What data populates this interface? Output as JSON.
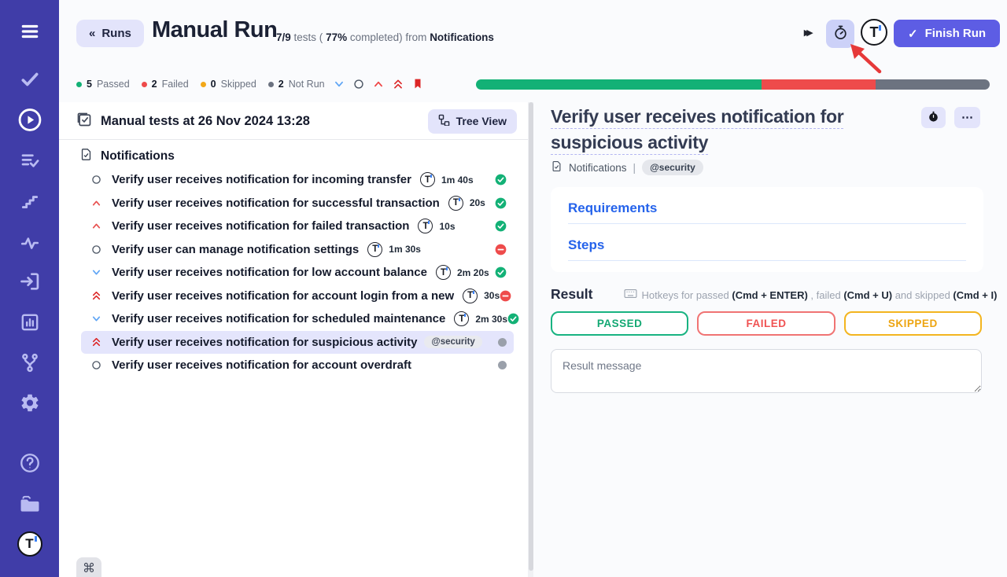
{
  "colors": {
    "sidebar": "#403da8",
    "accent": "#5d5de4",
    "lavender": "#e3e4fb",
    "passed": "#13b176",
    "failed": "#ee4b4b",
    "skipped": "#f2a819",
    "notrun_dot": "#9aa0aa",
    "progress_gray": "#6c7380",
    "link_blue": "#2563eb"
  },
  "sidebar": {
    "icons": [
      "menu",
      "tests-check",
      "runs-play",
      "plans-list-check",
      "steps-stairs",
      "pulse-analytics",
      "import-login",
      "reports-bar-chart",
      "branches-git",
      "settings-gear",
      "help-question",
      "projects-folder",
      "testomat-logo"
    ]
  },
  "header": {
    "back_icon": "«",
    "back_label": "Runs",
    "title": "Manual Run",
    "fraction": "7/9",
    "sub_mid1": "tests (",
    "percent": "77%",
    "sub_mid2": "completed) from",
    "suite": "Notifications",
    "skip_icon": "▸▸",
    "finish_check": "✓",
    "finish_label": "Finish Run"
  },
  "summary": {
    "items": [
      {
        "count": "5",
        "label": "Passed",
        "color": "#13b176"
      },
      {
        "count": "2",
        "label": "Failed",
        "color": "#ee4b4b"
      },
      {
        "count": "0",
        "label": "Skipped",
        "color": "#f2a819"
      },
      {
        "count": "2",
        "label": "Not Run",
        "color": "#6b7280"
      }
    ],
    "filter_icons": [
      "chevron-down-low",
      "circle-normal",
      "chevron-up-high",
      "double-chevron-up-important",
      "bookmark-critical"
    ]
  },
  "progress": {
    "segments": [
      {
        "name": "passed",
        "pct": 55.6,
        "color": "#13b176"
      },
      {
        "name": "failed",
        "pct": 22.2,
        "color": "#ee4b4b"
      },
      {
        "name": "notrun",
        "pct": 22.2,
        "color": "#6c7380"
      }
    ]
  },
  "run_list": {
    "header_title": "Manual tests at 26 Nov 2024 13:28",
    "tree_view_label": "Tree View",
    "folder": "Notifications",
    "command_symbol": "⌘",
    "tests": [
      {
        "priority": "normal",
        "title": "Verify user receives notification for incoming transfer",
        "duration": "1m 40s",
        "status": "passed"
      },
      {
        "priority": "high",
        "title": "Verify user receives notification for successful transaction",
        "duration": "20s",
        "status": "passed"
      },
      {
        "priority": "high",
        "title": "Verify user receives notification for failed transaction",
        "duration": "10s",
        "status": "passed"
      },
      {
        "priority": "normal",
        "title": "Verify user can manage notification settings",
        "duration": "1m 30s",
        "status": "failed"
      },
      {
        "priority": "low",
        "title": "Verify user receives notification for low account balance",
        "duration": "2m 20s",
        "status": "passed"
      },
      {
        "priority": "critical",
        "title": "Verify user receives notification for account login from a new",
        "duration": "30s",
        "status": "failed"
      },
      {
        "priority": "low",
        "title": "Verify user receives notification for scheduled maintenance",
        "duration": "2m 30s",
        "status": "passed"
      },
      {
        "priority": "critical",
        "title": "Verify user receives notification for suspicious activity",
        "tag": "@security",
        "status": "notrun",
        "selected": true
      },
      {
        "priority": "normal",
        "title": "Verify user receives notification for account overdraft",
        "status": "notrun"
      }
    ]
  },
  "detail": {
    "title": "Verify user receives notification for suspicious activity",
    "more_icon": "⋯",
    "breadcrumb": {
      "suite": "Notifications",
      "separator": "|",
      "tag": "@security"
    },
    "sections": {
      "requirements": "Requirements",
      "steps": "Steps"
    },
    "result": {
      "heading": "Result",
      "hotkeys": {
        "p1": "Hotkeys for passed ",
        "k1": "(Cmd + ENTER)",
        "p2": " , failed ",
        "k2": "(Cmd + U)",
        "p3": " and skipped ",
        "k3": "(Cmd + I)"
      },
      "buttons": [
        "PASSED",
        "FAILED",
        "SKIPPED"
      ],
      "message_placeholder": "Result message"
    }
  }
}
